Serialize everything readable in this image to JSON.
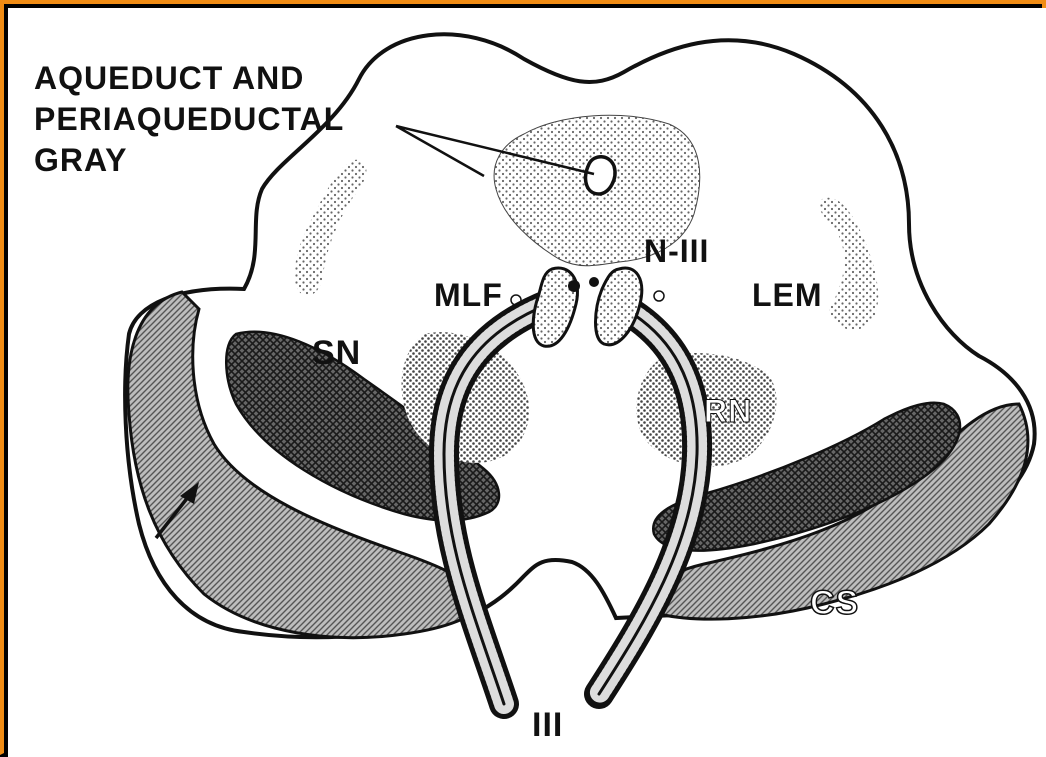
{
  "labels": {
    "aqueduct_line1": "AQUEDUCT AND",
    "aqueduct_line2": "PERIAQUEDUCTAL",
    "aqueduct_line3": "GRAY",
    "mlf": "MLF",
    "n_iii": "N-III",
    "lem": "LEM",
    "sn": "SN",
    "rn": "RN",
    "cs": "CS",
    "iii": "III"
  },
  "colors": {
    "frame": "#f08c14",
    "paper": "#ffffff",
    "ink": "#111111"
  }
}
